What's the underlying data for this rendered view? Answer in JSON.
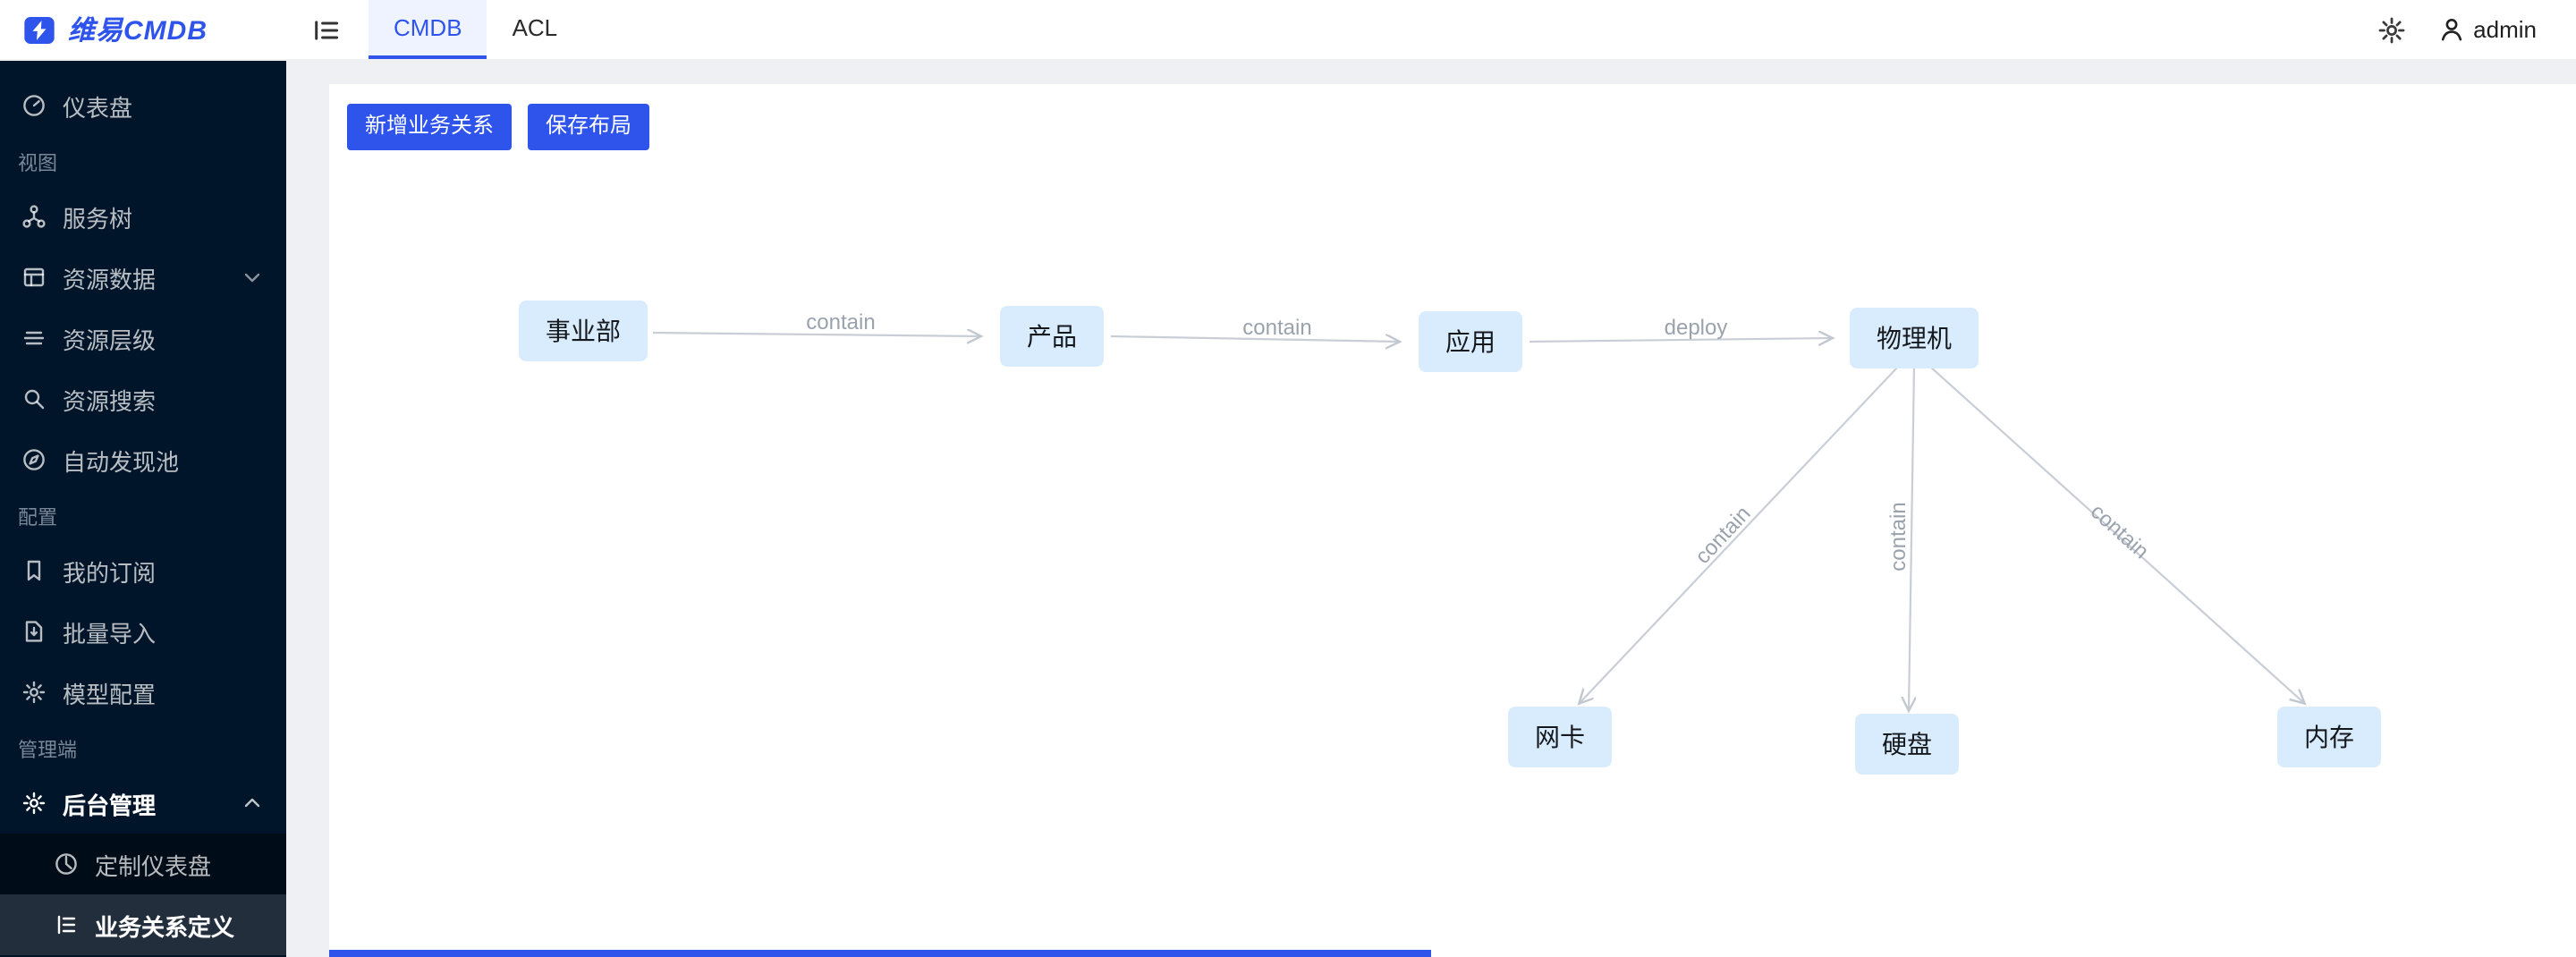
{
  "app": {
    "logo_text": "维易CMDB"
  },
  "topbar": {
    "tabs": [
      {
        "label": "CMDB",
        "active": true
      },
      {
        "label": "ACL",
        "active": false
      }
    ],
    "user": "admin"
  },
  "sidebar": {
    "dashboard": "仪表盘",
    "group_view": "视图",
    "service_tree": "服务树",
    "resource_data": "资源数据",
    "resource_level": "资源层级",
    "resource_search": "资源搜索",
    "auto_discovery": "自动发现池",
    "group_config": "配置",
    "my_subscription": "我的订阅",
    "batch_import": "批量导入",
    "model_config": "模型配置",
    "group_admin": "管理端",
    "backend_admin": "后台管理",
    "custom_dashboard": "定制仪表盘",
    "business_relation": "业务关系定义"
  },
  "toolbar": {
    "add_relation": "新增业务关系",
    "save_layout": "保存布局"
  },
  "graph": {
    "nodes": [
      "事业部",
      "产品",
      "应用",
      "物理机",
      "网卡",
      "硬盘",
      "内存"
    ],
    "edges": [
      {
        "from": "事业部",
        "to": "产品",
        "label": "contain"
      },
      {
        "from": "产品",
        "to": "应用",
        "label": "contain"
      },
      {
        "from": "应用",
        "to": "物理机",
        "label": "deploy"
      },
      {
        "from": "物理机",
        "to": "网卡",
        "label": "contain"
      },
      {
        "from": "物理机",
        "to": "硬盘",
        "label": "contain"
      },
      {
        "from": "物理机",
        "to": "内存",
        "label": "contain"
      }
    ]
  },
  "colors": {
    "accent": "#2f54eb",
    "sidebar_bg": "#001529",
    "node_bg": "#d9ecfd",
    "edge_line": "#c2c8d0",
    "active_tab_bg": "#eef3ff"
  }
}
